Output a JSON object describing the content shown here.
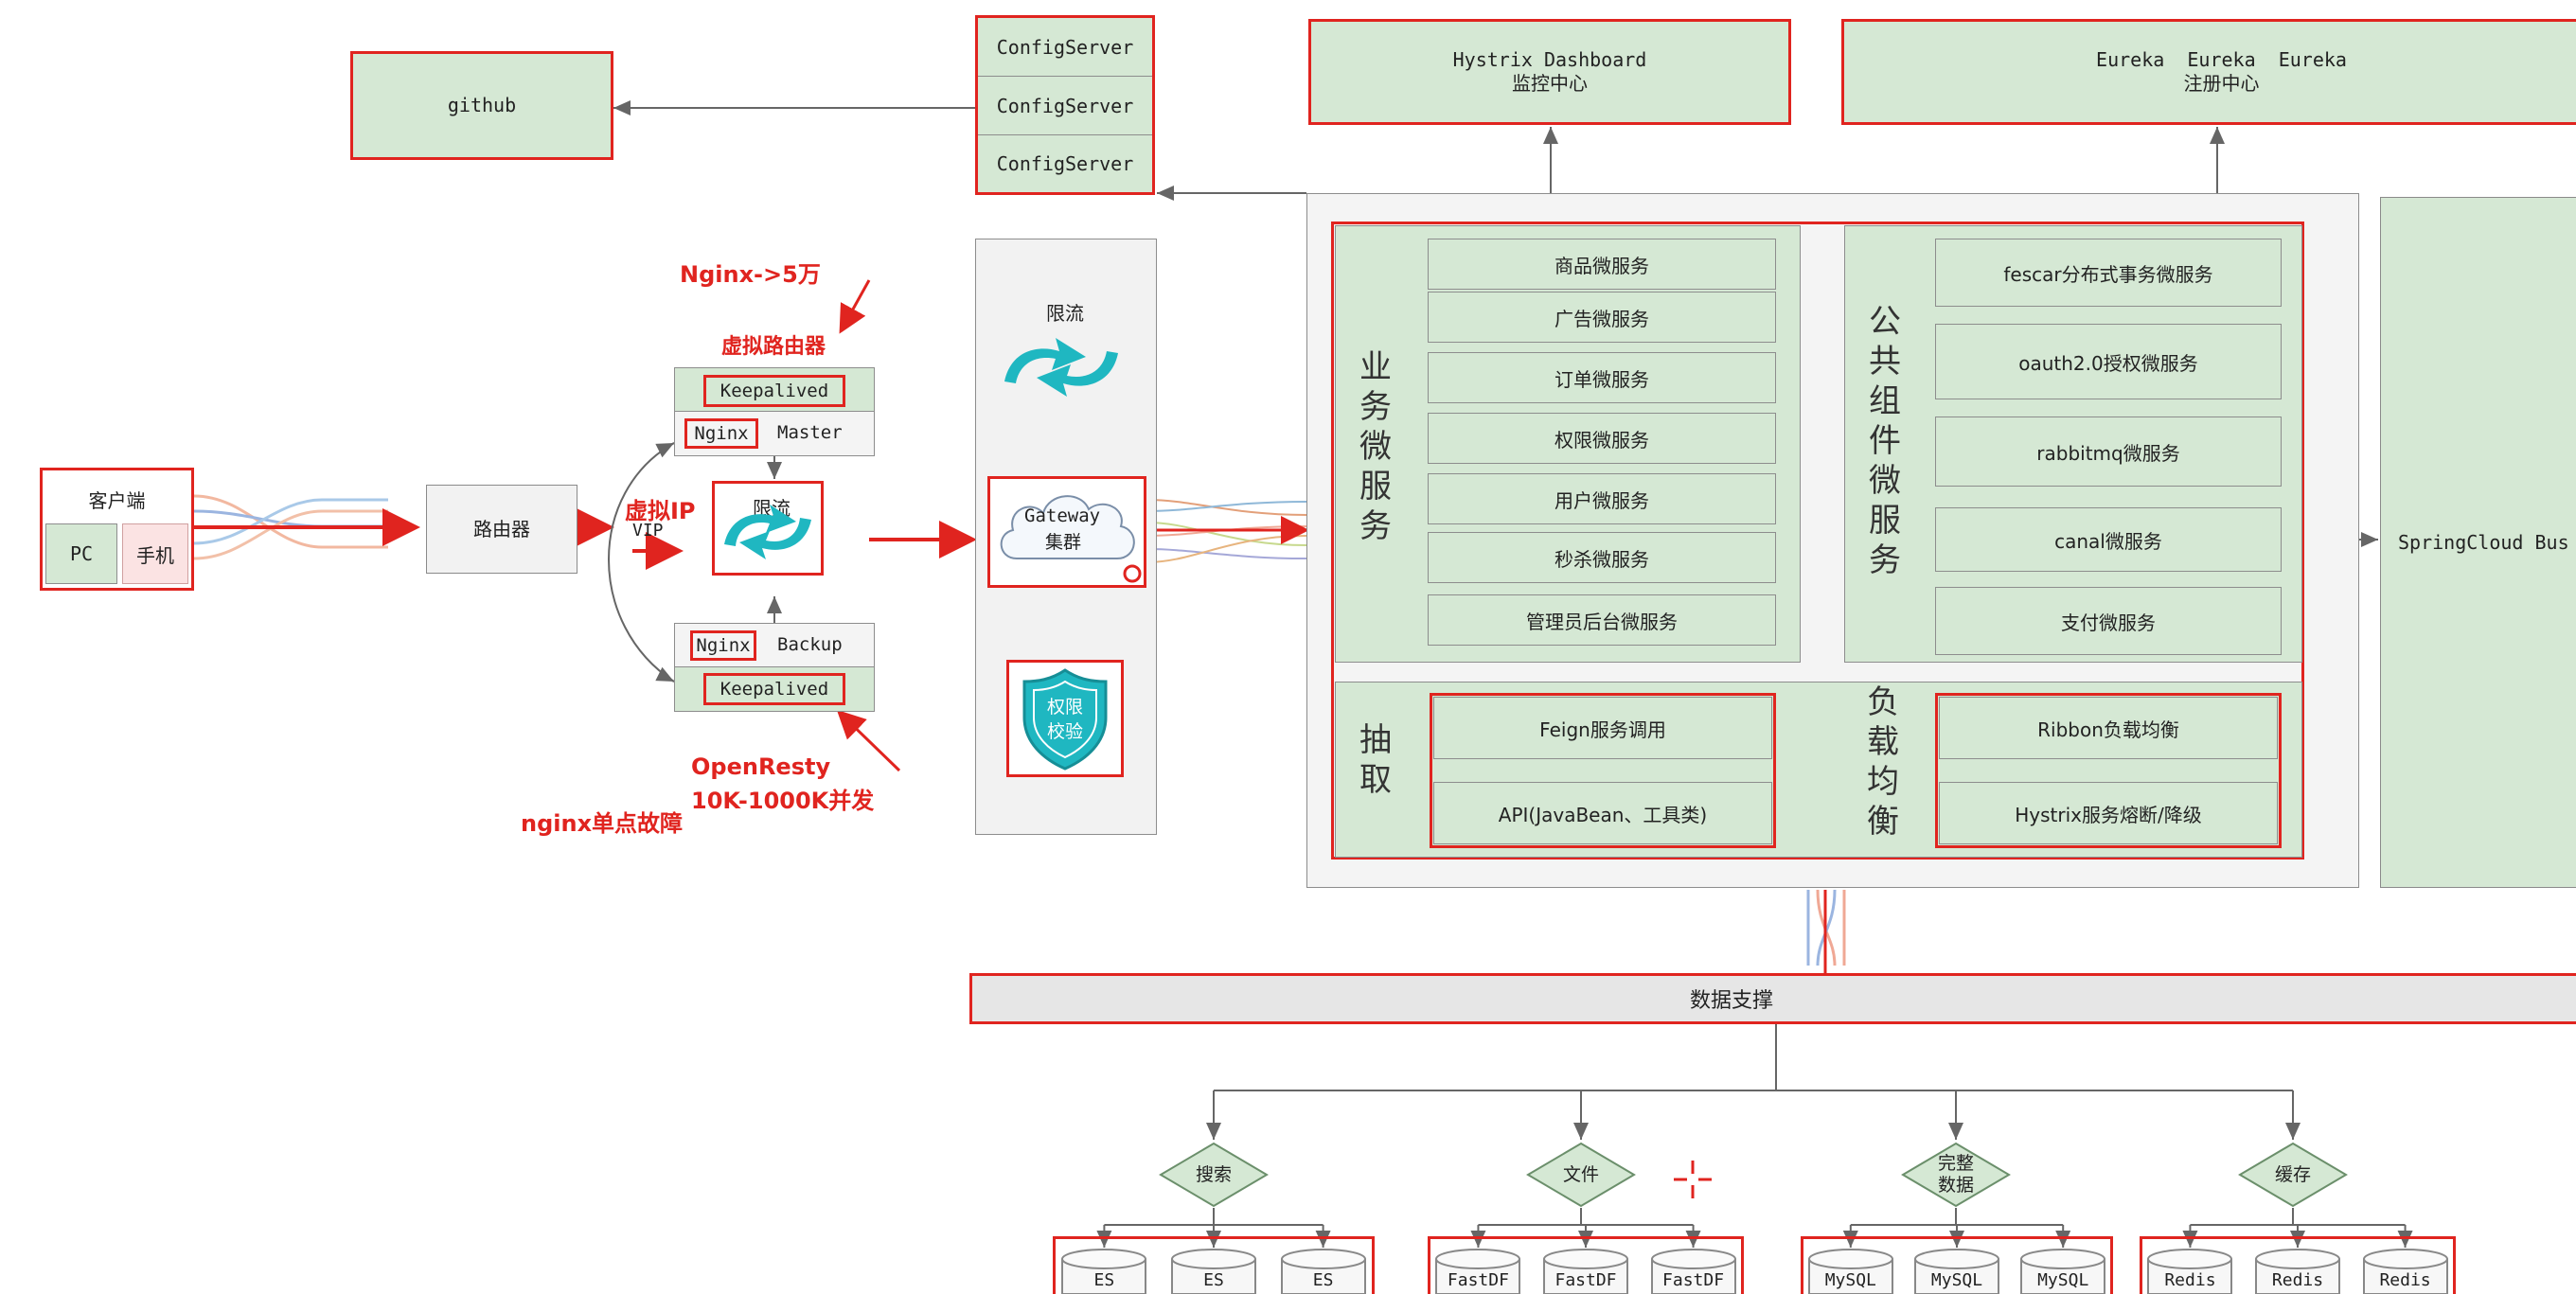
{
  "colors": {
    "box_fill": "#d5e8d4",
    "highlight": "#e0241f",
    "panel": "#f2f2f2",
    "teal": "#1fb7c1"
  },
  "top": {
    "github": "github",
    "config_servers": [
      "ConfigServer",
      "ConfigServer",
      "ConfigServer"
    ],
    "hystrix_title": "Hystrix Dashboard",
    "hystrix_sub": "监控中心",
    "eureka_title": "Eureka  Eureka  Eureka",
    "eureka_sub": "注册中心"
  },
  "client": {
    "title": "客户端",
    "pc": "PC",
    "phone": "手机"
  },
  "router": "路由器",
  "nginx": {
    "keepalived_top": "Keepalived",
    "nginx_master_a": "Nginx",
    "nginx_master_b": "Master",
    "limit": "限流",
    "nginx_backup_a": "Nginx",
    "nginx_backup_b": "Backup",
    "keepalived_bottom": "Keepalived",
    "vip": "VIP"
  },
  "notes": {
    "nginx_5w": "Nginx->5万",
    "virtual_router": "虚拟路由器",
    "virtual_ip": "虚拟IP",
    "openresty": "OpenResty",
    "concurrency": "10K-1000K并发",
    "single_point": "nginx单点故障"
  },
  "gateway": {
    "limit": "限流",
    "gateway_a": "Gateway",
    "gateway_b": "集群",
    "auth_a": "权限",
    "auth_b": "校验"
  },
  "business": {
    "label": [
      "业",
      "务",
      "微",
      "服",
      "务"
    ],
    "services": [
      "商品微服务",
      "广告微服务",
      "订单微服务",
      "权限微服务",
      "用户微服务",
      "秒杀微服务",
      "管理员后台微服务"
    ]
  },
  "common": {
    "label": [
      "公",
      "共",
      "组",
      "件",
      "微",
      "服",
      "务"
    ],
    "services": [
      "fescar分布式事务微服务",
      "oauth2.0授权微服务",
      "rabbitmq微服务",
      "canal微服务",
      "支付微服务"
    ]
  },
  "extract": {
    "label": [
      "抽",
      "取"
    ],
    "items": [
      "Feign服务调用",
      "API(JavaBean、工具类)"
    ]
  },
  "balance": {
    "label": [
      "负",
      "载",
      "均",
      "衡"
    ],
    "items": [
      "Ribbon负载均衡",
      "Hystrix服务熔断/降级"
    ]
  },
  "bus": "SpringCloud Bus",
  "data_support": "数据支撑",
  "diamonds": [
    {
      "label_lines": [
        "搜索"
      ]
    },
    {
      "label_lines": [
        "文件"
      ]
    },
    {
      "label_lines": [
        "完整",
        "数据"
      ]
    },
    {
      "label_lines": [
        "缓存"
      ]
    }
  ],
  "stores": [
    {
      "items": [
        "ES",
        "ES",
        "ES"
      ]
    },
    {
      "items": [
        "FastDF",
        "FastDF",
        "FastDF"
      ]
    },
    {
      "items": [
        "MySQL",
        "MySQL",
        "MySQL"
      ]
    },
    {
      "items": [
        "Redis",
        "Redis",
        "Redis"
      ]
    }
  ]
}
